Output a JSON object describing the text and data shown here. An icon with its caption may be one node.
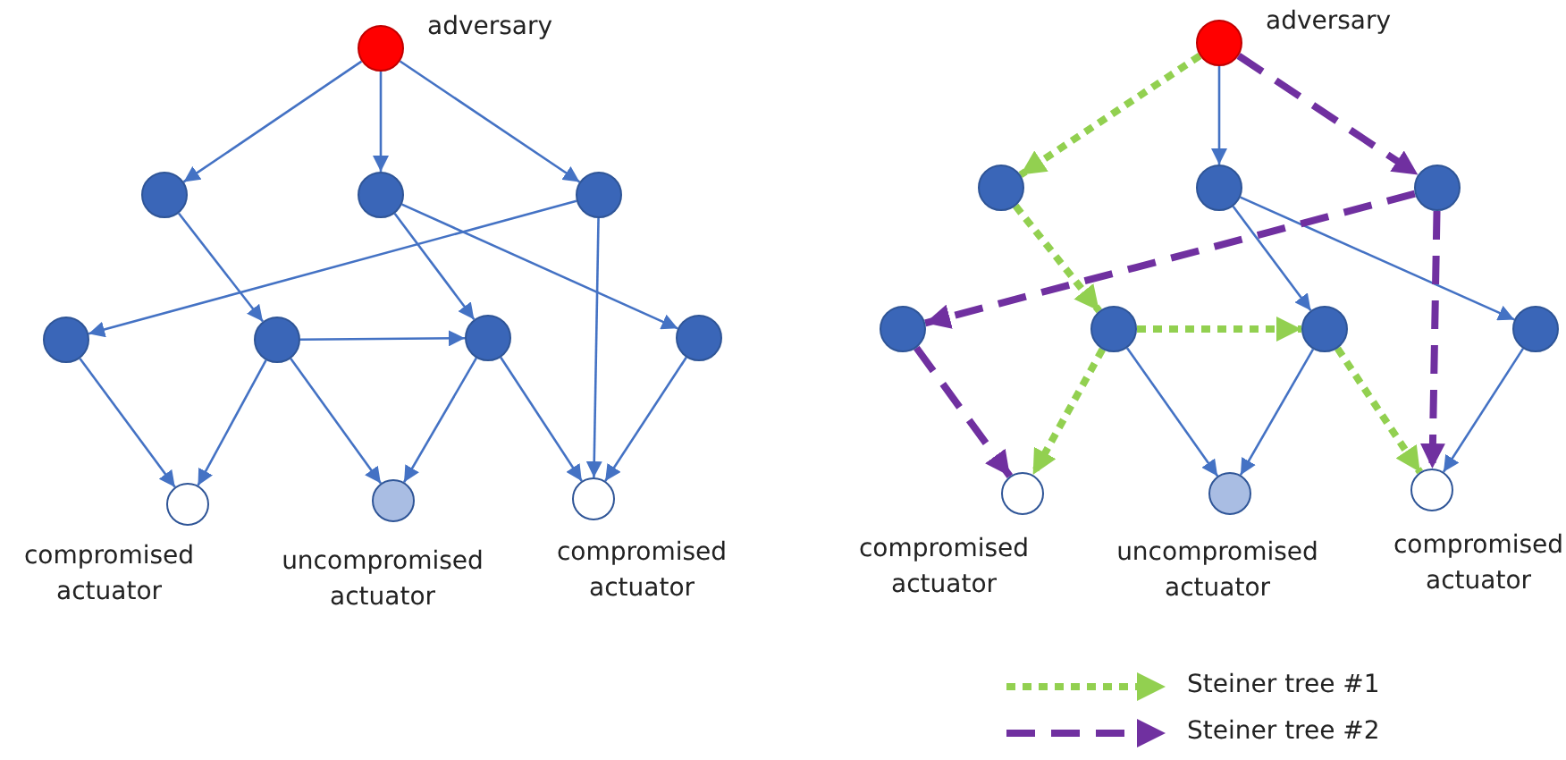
{
  "diagram": {
    "nodes": [
      {
        "text": [],
        "shape": "circle",
        "beside": [
          "adversary"
        ]
      },
      {
        "text": [],
        "shape": "circle"
      },
      {
        "text": [],
        "shape": "circle"
      },
      {
        "text": [],
        "shape": "circle"
      },
      {
        "text": [],
        "shape": "circle"
      },
      {
        "text": [],
        "shape": "circle"
      },
      {
        "text": [],
        "shape": "circle"
      },
      {
        "text": [],
        "shape": "circle"
      },
      {
        "text": [],
        "shape": "circle",
        "beside": [
          "compromised actuator"
        ]
      },
      {
        "text": [],
        "shape": "circle",
        "beside": [
          "uncompromised actuator"
        ]
      },
      {
        "text": [],
        "shape": "circle",
        "beside": [
          "compromised actuator"
        ]
      },
      {
        "text": [],
        "shape": "circle",
        "beside": [
          "adversary"
        ]
      },
      {
        "text": [],
        "shape": "circle"
      },
      {
        "text": [],
        "shape": "circle"
      },
      {
        "text": [],
        "shape": "circle"
      },
      {
        "text": [],
        "shape": "circle"
      },
      {
        "text": [],
        "shape": "circle"
      },
      {
        "text": [],
        "shape": "circle"
      },
      {
        "text": [],
        "shape": "circle"
      },
      {
        "text": [],
        "shape": "circle",
        "beside": [
          "compromised actuator"
        ]
      },
      {
        "text": [],
        "shape": "circle",
        "beside": [
          "uncompromised actuator"
        ]
      },
      {
        "text": [],
        "shape": "circle",
        "beside": [
          "compromised actuator"
        ]
      }
    ],
    "edges": [
      {
        "from": 0,
        "to": 1,
        "arrow": "to"
      },
      {
        "from": 0,
        "to": 2,
        "arrow": "to"
      },
      {
        "from": 0,
        "to": 3,
        "arrow": "to"
      },
      {
        "from": 1,
        "to": 5,
        "arrow": "to"
      },
      {
        "from": 2,
        "to": 6,
        "arrow": "to"
      },
      {
        "from": 2,
        "to": 7,
        "arrow": "to"
      },
      {
        "from": 3,
        "to": 4,
        "arrow": "to"
      },
      {
        "from": 3,
        "to": 10,
        "arrow": "to"
      },
      {
        "from": 4,
        "to": 8,
        "arrow": "to"
      },
      {
        "from": 5,
        "to": 8,
        "arrow": "to"
      },
      {
        "from": 5,
        "to": 6,
        "arrow": "to"
      },
      {
        "from": 5,
        "to": 9,
        "arrow": "to"
      },
      {
        "from": 6,
        "to": 9,
        "arrow": "to"
      },
      {
        "from": 6,
        "to": 10,
        "arrow": "to"
      },
      {
        "from": 7,
        "to": 10,
        "arrow": "to"
      },
      {
        "from": 11,
        "to": 12,
        "arrow": "to",
        "style": "dashed",
        "color": "#92d050"
      },
      {
        "from": 11,
        "to": 13,
        "arrow": "to"
      },
      {
        "from": 11,
        "to": 14,
        "arrow": "to",
        "style": "dashed",
        "color": "#7030a0"
      },
      {
        "from": 12,
        "to": 16,
        "arrow": "to",
        "style": "dashed",
        "color": "#92d050"
      },
      {
        "from": 13,
        "to": 17,
        "arrow": "to"
      },
      {
        "from": 13,
        "to": 18,
        "arrow": "to"
      },
      {
        "from": 14,
        "to": 15,
        "arrow": "to",
        "style": "dashed",
        "color": "#7030a0"
      },
      {
        "from": 14,
        "to": 21,
        "arrow": "to",
        "style": "dashed",
        "color": "#7030a0"
      },
      {
        "from": 15,
        "to": 19,
        "arrow": "to",
        "style": "dashed",
        "color": "#7030a0"
      },
      {
        "from": 16,
        "to": 19,
        "arrow": "to",
        "style": "dashed",
        "color": "#92d050"
      },
      {
        "from": 16,
        "to": 17,
        "arrow": "to",
        "style": "dashed",
        "color": "#92d050"
      },
      {
        "from": 16,
        "to": 20,
        "arrow": "to"
      },
      {
        "from": 17,
        "to": 20,
        "arrow": "to"
      },
      {
        "from": 17,
        "to": 21,
        "arrow": "to",
        "style": "dashed",
        "color": "#92d050"
      },
      {
        "from": 18,
        "to": 21,
        "arrow": "to"
      }
    ],
    "legend": [
      {
        "text": "Steiner tree #1"
      },
      {
        "text": "Steiner tree #2"
      }
    ]
  }
}
